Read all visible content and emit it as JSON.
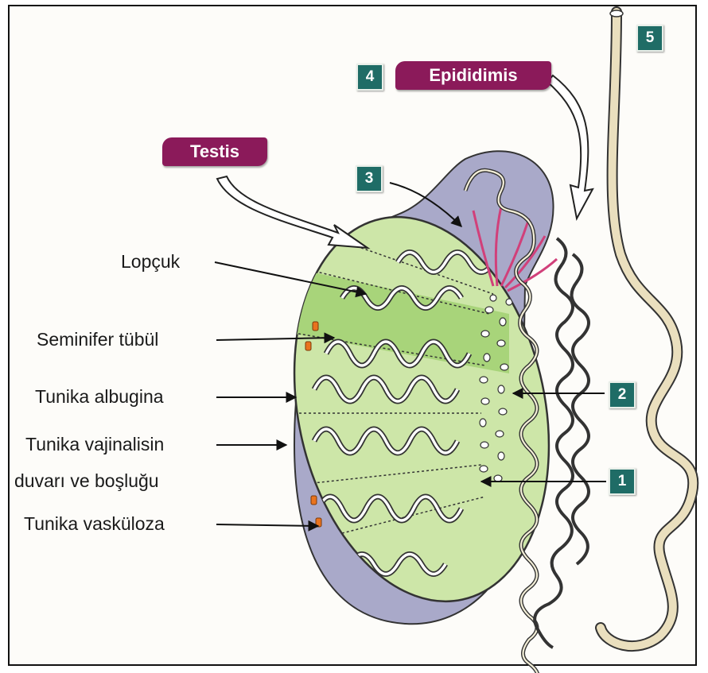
{
  "labels": {
    "lobule": "Lopçuk",
    "seminiferous": "Seminifer tübül",
    "albuginea": "Tunika albugina",
    "vaginalis_1": "Tunika vajinalisin",
    "vaginalis_2": "duvarı ve boşluğu",
    "vasculosa": "Tunika vasküloza"
  },
  "titles": {
    "testis": "Testis",
    "epididymis": "Epididimis"
  },
  "numbers": {
    "n1": "1",
    "n2": "2",
    "n3": "3",
    "n4": "4",
    "n5": "5"
  },
  "colors": {
    "testis_fill": "#cde6a8",
    "lobule_band": "#a8d47a",
    "capsule": "#a9a9c9",
    "pill": "#8b1a5a",
    "number_box": "#1f6c66",
    "vas_deferens": "#eadfbe",
    "efferent_ducts": "#d1407a"
  }
}
